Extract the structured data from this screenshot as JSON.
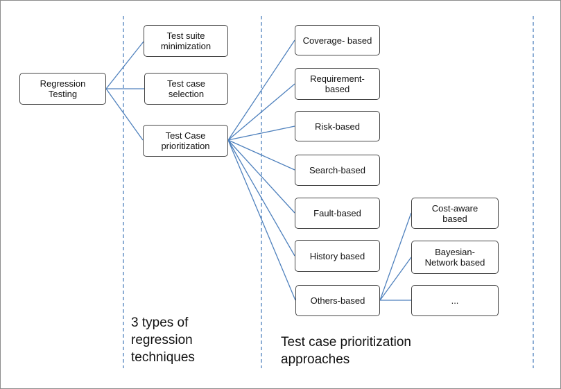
{
  "nodes": {
    "regression_testing": "Regression\nTesting",
    "test_suite_minimization": "Test suite\nminimization",
    "test_case_selection": "Test case\nselection",
    "test_case_prioritization": "Test Case\nprioritization",
    "coverage_based": "Coverage- based",
    "requirement_based": "Requirement-\nbased",
    "risk_based": "Risk-based",
    "search_based": "Search-based",
    "fault_based": "Fault-based",
    "history_based": "History based",
    "others_based": "Others-based",
    "cost_aware_based": "Cost-aware\nbased",
    "bayesian_network_based": "Bayesian-\nNetwork based",
    "ellipsis": "..."
  },
  "captions": {
    "techniques": "3 types of\nregression\ntechniques",
    "approaches": "Test case prioritization\napproaches"
  },
  "colors": {
    "connector": "#4f81bd",
    "divider": "#4f81bd",
    "box_border": "#444444"
  }
}
